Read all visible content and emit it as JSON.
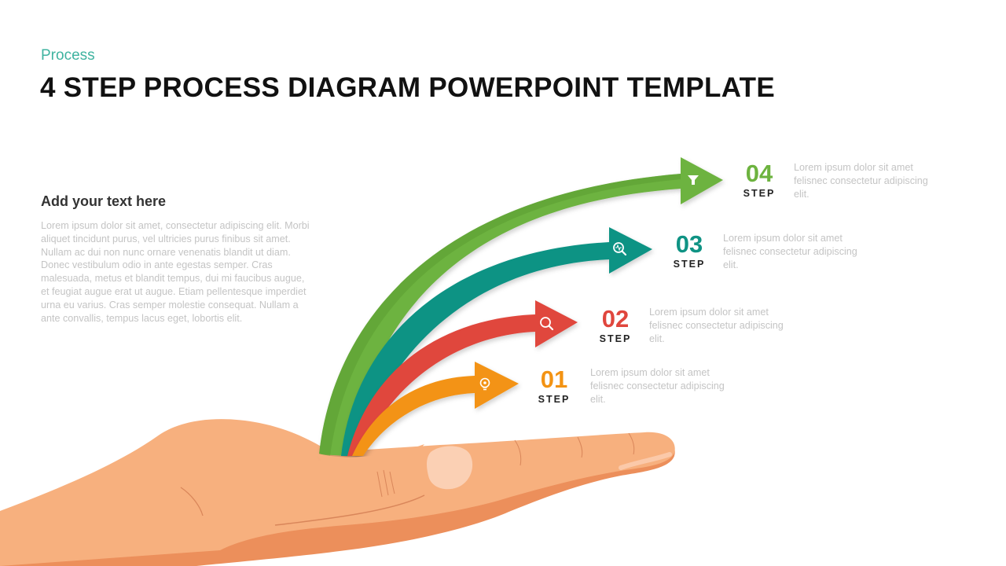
{
  "header": {
    "category": "Process",
    "title": "4 STEP PROCESS DIAGRAM POWERPOINT TEMPLATE"
  },
  "side_panel": {
    "heading": "Add your text here",
    "body": "Lorem ipsum dolor sit amet, consectetur adipiscing elit. Morbi aliquet tincidunt purus, vel ultricies purus finibus sit amet. Nullam ac dui non nunc ornare venenatis blandit ut diam. Donec vestibulum odio in ante egestas semper. Cras malesuada, metus et blandit tempus, dui mi faucibus augue, et feugiat augue erat ut augue. Etiam pellentesque imperdiet urna eu varius. Cras semper molestie consequat. Nullam a ante convallis, tempus lacus eget, lobortis elit."
  },
  "steps": [
    {
      "number": "01",
      "label": "STEP",
      "icon": "lightbulb-icon",
      "color": "#f39313",
      "description": "Lorem ipsum dolor sit amet felisnec consectetur adipiscing elit."
    },
    {
      "number": "02",
      "label": "STEP",
      "icon": "magnifier-icon",
      "color": "#e0463d",
      "description": "Lorem ipsum dolor sit amet felisnec consectetur adipiscing elit."
    },
    {
      "number": "03",
      "label": "STEP",
      "icon": "pulse-search-icon",
      "color": "#0f9384",
      "description": "Lorem ipsum dolor sit amet felisnec consectetur adipiscing elit."
    },
    {
      "number": "04",
      "label": "STEP",
      "icon": "funnel-icon",
      "color": "#6db33f",
      "description": "Lorem ipsum dolor sit amet felisnec consectetur adipiscing elit."
    }
  ],
  "colors": {
    "accent": "#3fb3a0",
    "skin": "#f7b07e",
    "skin_shadow": "#ec8f5b",
    "nail": "#fbd0b4"
  }
}
